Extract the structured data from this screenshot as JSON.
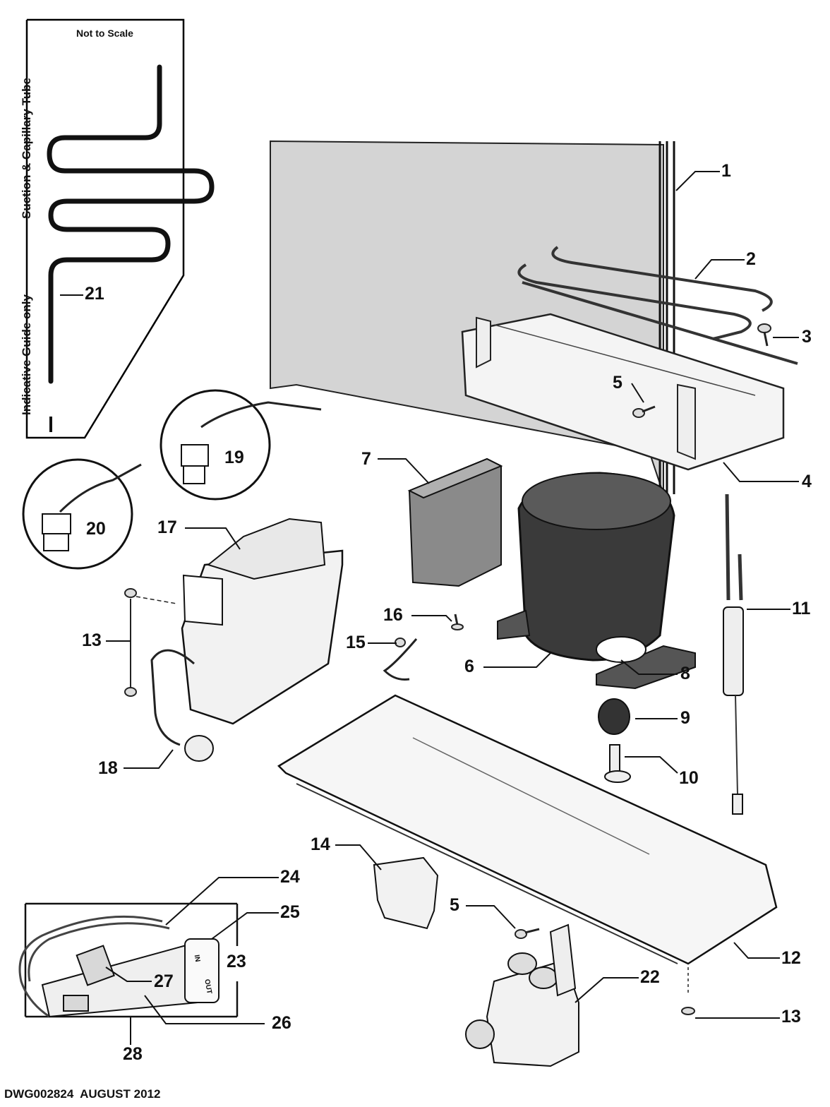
{
  "inset_note": "Not to Scale",
  "inset_side_top": "Suction & Capillary Tube",
  "inset_side_bottom": "Indicative Guide only",
  "footer": {
    "drawing_number": "DWG002824",
    "date": "AUGUST 2012"
  },
  "valve_markings": {
    "in": "IN",
    "out": "OUT"
  },
  "callouts": [
    {
      "id": "c1",
      "text": "1"
    },
    {
      "id": "c2",
      "text": "2"
    },
    {
      "id": "c3",
      "text": "3"
    },
    {
      "id": "c4",
      "text": "4"
    },
    {
      "id": "c5a",
      "text": "5"
    },
    {
      "id": "c5b",
      "text": "5"
    },
    {
      "id": "c6",
      "text": "6"
    },
    {
      "id": "c7",
      "text": "7"
    },
    {
      "id": "c8",
      "text": "8"
    },
    {
      "id": "c9",
      "text": "9"
    },
    {
      "id": "c10",
      "text": "10"
    },
    {
      "id": "c11",
      "text": "11"
    },
    {
      "id": "c12",
      "text": "12"
    },
    {
      "id": "c13a",
      "text": "13"
    },
    {
      "id": "c13b",
      "text": "13"
    },
    {
      "id": "c14",
      "text": "14"
    },
    {
      "id": "c15",
      "text": "15"
    },
    {
      "id": "c16",
      "text": "16"
    },
    {
      "id": "c17",
      "text": "17"
    },
    {
      "id": "c18",
      "text": "18"
    },
    {
      "id": "c19",
      "text": "19"
    },
    {
      "id": "c20",
      "text": "20"
    },
    {
      "id": "c21",
      "text": "21"
    },
    {
      "id": "c22",
      "text": "22"
    },
    {
      "id": "c23",
      "text": "23"
    },
    {
      "id": "c24",
      "text": "24"
    },
    {
      "id": "c25",
      "text": "25"
    },
    {
      "id": "c26",
      "text": "26"
    },
    {
      "id": "c27",
      "text": "27"
    },
    {
      "id": "c28",
      "text": "28"
    }
  ]
}
